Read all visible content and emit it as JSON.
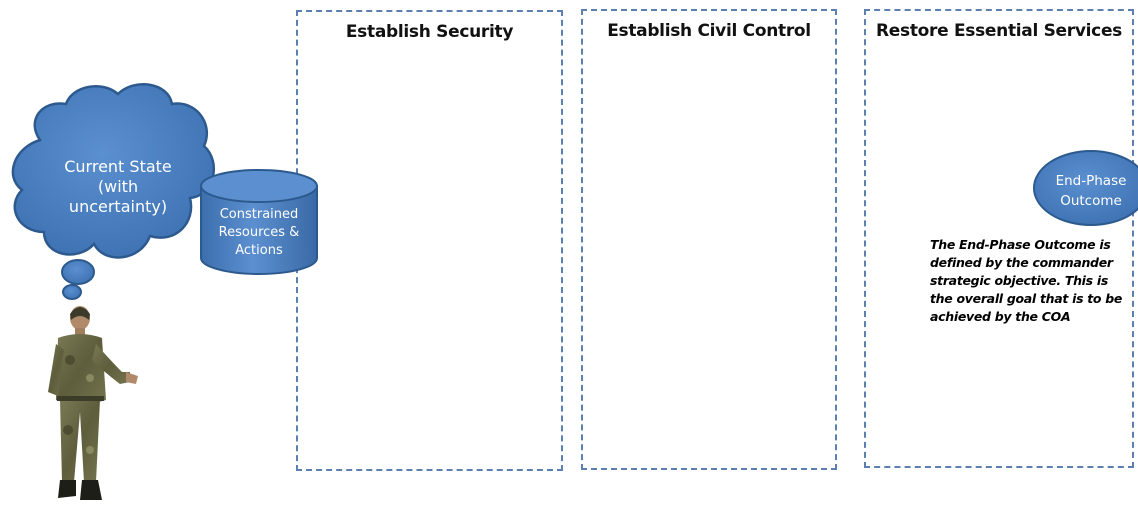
{
  "phases": [
    {
      "title": "Establish Security"
    },
    {
      "title": "Establish Civil Control"
    },
    {
      "title": "Restore Essential Services"
    }
  ],
  "current_state": {
    "line1": "Current State",
    "line2": "(with",
    "line3": "uncertainty)"
  },
  "resources": {
    "line1": "Constrained",
    "line2": "Resources &",
    "line3": "Actions"
  },
  "end_phase": {
    "line1": "End-Phase",
    "line2": "Outcome"
  },
  "note": {
    "text": "The End-Phase Outcome is defined by the commander strategic objective. This is the overall goal that is to be achieved by the COA"
  },
  "colors": {
    "node_fill": "#4a7fc1",
    "node_stroke": "#2d5a8e",
    "box_border": "#5b7fae",
    "uniform": "#6b6a45"
  }
}
